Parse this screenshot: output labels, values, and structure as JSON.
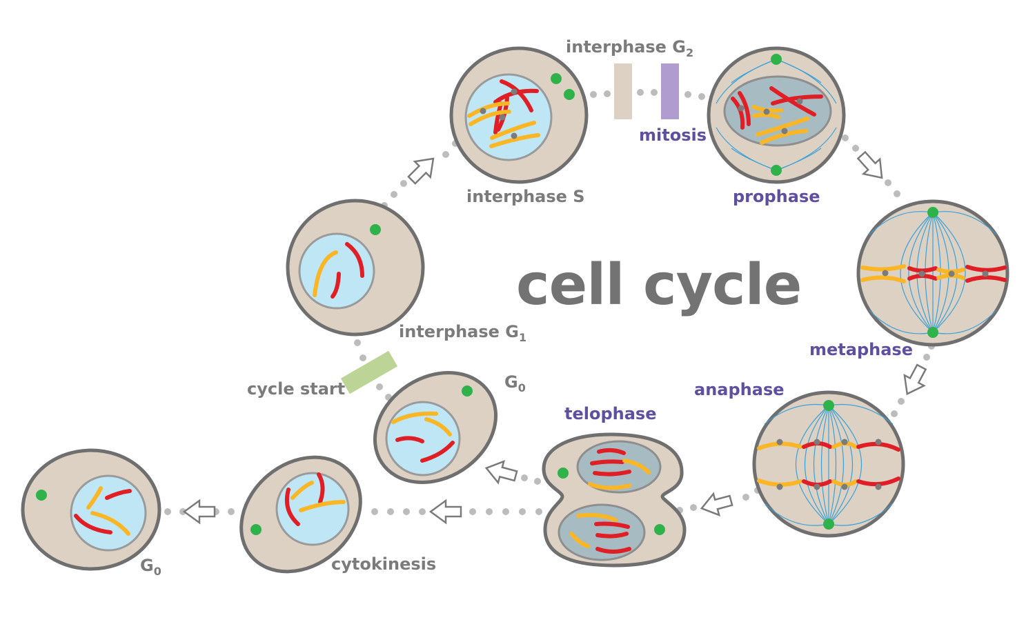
{
  "title": "cell cycle",
  "labels": {
    "interphase_g2": "interphase G",
    "interphase_g2_sub": "2",
    "mitosis": "mitosis",
    "interphase_s": "interphase S",
    "prophase": "prophase",
    "metaphase": "metaphase",
    "anaphase": "anaphase",
    "telophase": "telophase",
    "interphase_g1": "interphase G",
    "interphase_g1_sub": "1",
    "cycle_start": "cycle start",
    "g0_upper": "G",
    "g0_upper_sub": "0",
    "cytokinesis": "cytokinesis",
    "g0_lower": "G",
    "g0_lower_sub": "0"
  },
  "colors": {
    "cell": "#dcd1c3",
    "nucleus": "#bfe6f5",
    "chromosome_red": "#e01e25",
    "chromosome_yellow": "#fbb626",
    "centrosome": "#2fb24a",
    "spindle": "#3aa0d8",
    "g2_bar": "#dcd1c3",
    "mitosis_bar": "#b19ccf",
    "start_bar": "#bcd597",
    "label_gray": "#7b7b7b",
    "label_purple": "#5f4f9e"
  }
}
